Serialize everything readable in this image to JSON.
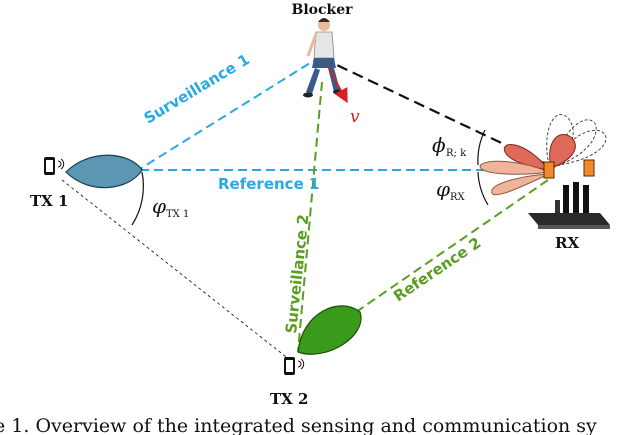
{
  "labels": {
    "blocker": "Blocker",
    "tx1": "TX 1",
    "tx2": "TX 2",
    "rx": "RX",
    "velocity": "v",
    "surveillance1": "Surveillance  1",
    "surveillance2": "Surveillance  2",
    "reference1": "Reference  1",
    "reference2": "Reference  2",
    "phi_tx1_sym": "φ",
    "phi_tx1_sub": "TX 1",
    "phi_rk_sym": "ϕ",
    "phi_rk_sub": "R; k",
    "phi_rx_sym": "φ",
    "phi_rx_sub": "RX"
  },
  "caption": "e 1. Overview of the integrated sensing and communication sy",
  "colors": {
    "surveillance1": "#29a9e1",
    "reference1": "#29a9e1",
    "surveillance2": "#5a9e1f",
    "reference2": "#5a9e1f",
    "blocker_path": "#000000",
    "tx1_beam": "#5b97b3",
    "tx2_beam": "#3a9a1a",
    "rx_beams": "#f0b49a",
    "rx_main_beam": "#e06a5a",
    "velocity": "#d62020"
  }
}
